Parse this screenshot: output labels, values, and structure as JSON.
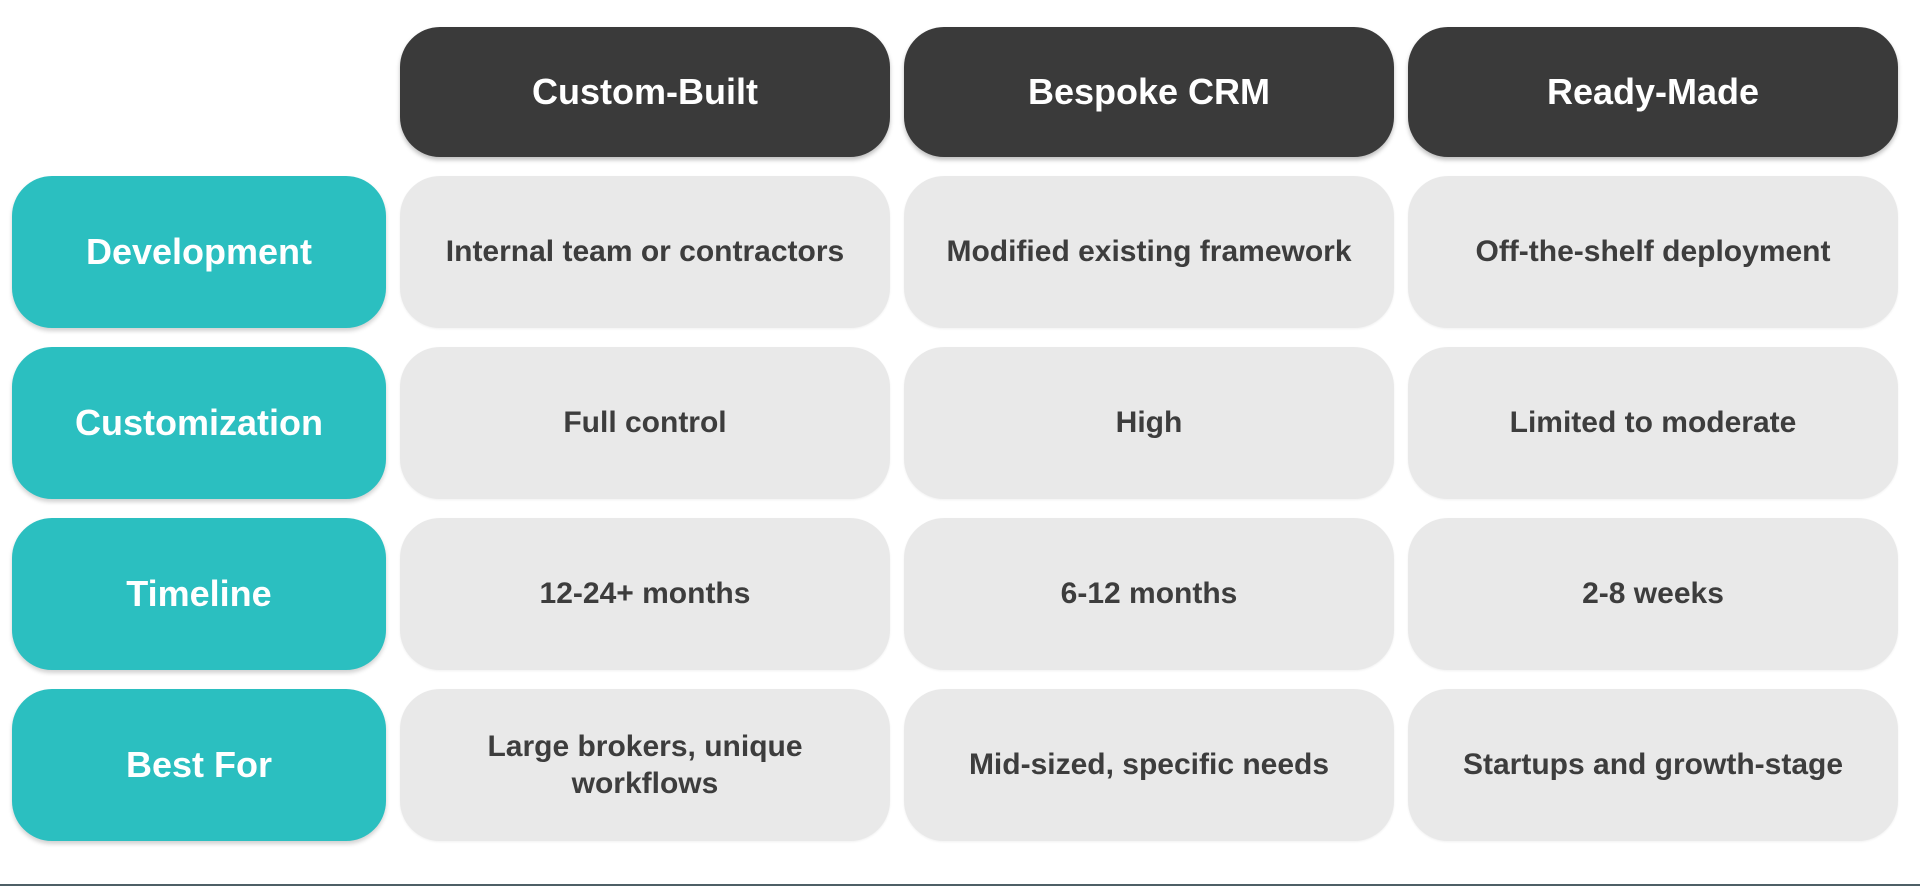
{
  "table": {
    "columns": [
      {
        "label": "Custom-Built"
      },
      {
        "label": "Bespoke CRM"
      },
      {
        "label": "Ready-Made"
      }
    ],
    "rows": [
      {
        "label": "Development",
        "cells": [
          "Internal team or contractors",
          "Modified existing framework",
          "Off-the-shelf deployment"
        ]
      },
      {
        "label": "Customization",
        "cells": [
          "Full control",
          "High",
          "Limited to moderate"
        ]
      },
      {
        "label": "Timeline",
        "cells": [
          "12-24+ months",
          "6-12 months",
          "2-8 weeks"
        ]
      },
      {
        "label": "Best For",
        "cells": [
          "Large brokers, unique workflows",
          "Mid-sized, specific needs",
          "Startups and growth-stage"
        ]
      }
    ]
  },
  "colors": {
    "column_header_bg": "#3a3a3a",
    "row_header_bg": "#2bbfc0",
    "cell_bg": "#e9e9e9",
    "cell_text": "#3d3d3d",
    "header_text": "#ffffff",
    "bottom_rule": "#4e5f66"
  }
}
